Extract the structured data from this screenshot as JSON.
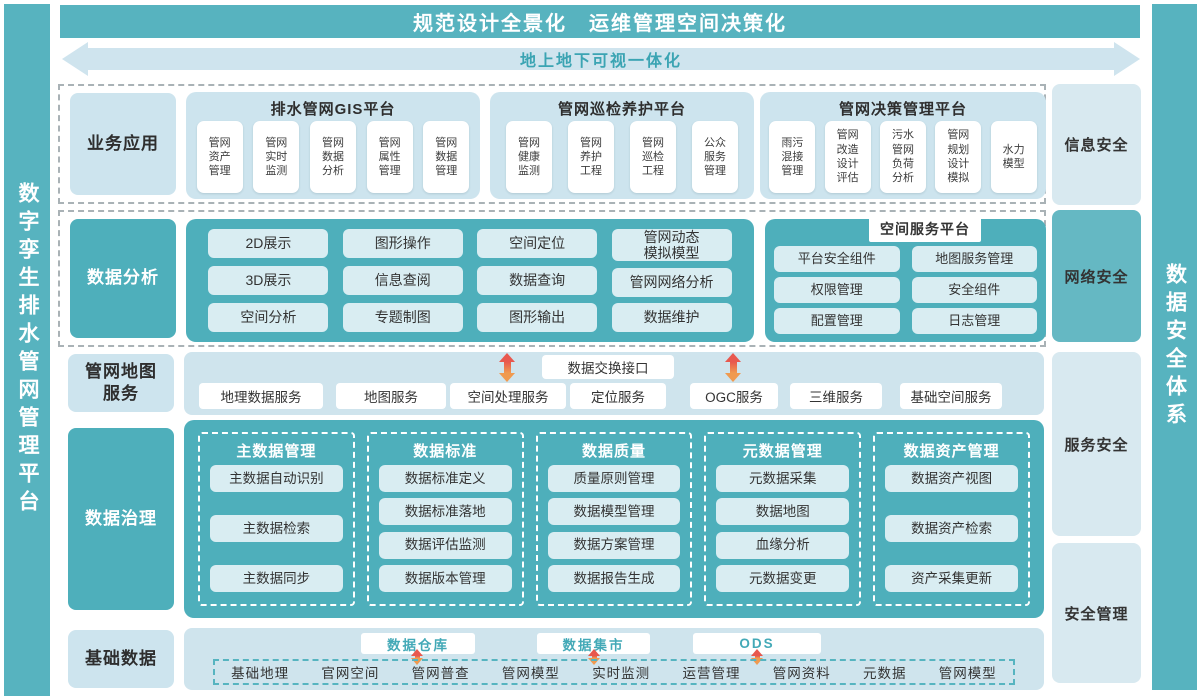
{
  "banner": {
    "title": "规范设计全景化　运维管理空间决策化"
  },
  "arrow_banner": {
    "label": "地上地下可视一体化"
  },
  "side_bands": {
    "left": "数字孪生排水管网管理平台",
    "right": "数据安全体系"
  },
  "security_column": {
    "items": [
      {
        "label": "信息安全",
        "variant": "light"
      },
      {
        "label": "网络安全",
        "variant": "teal"
      },
      {
        "label": "服务安全",
        "variant": "light"
      },
      {
        "label": "安全管理",
        "variant": "light"
      }
    ]
  },
  "business_row": {
    "label": "业务应用",
    "groups": [
      {
        "title": "排水管网GIS平台",
        "cards": [
          "管网\n资产\n管理",
          "管网\n实时\n监测",
          "管网\n数据\n分析",
          "管网\n属性\n管理",
          "管网\n数据\n管理"
        ]
      },
      {
        "title": "管网巡检养护平台",
        "cards": [
          "管网\n健康\n监测",
          "管网\n养护\n工程",
          "管网\n巡检\n工程",
          "公众\n服务\n管理"
        ]
      },
      {
        "title": "管网决策管理平台",
        "cards": [
          "雨污\n混接\n管理",
          "管网\n改造\n设计\n评估",
          "污水\n管网\n负荷\n分析",
          "管网\n规划\n设计\n模拟",
          "水力\n模型"
        ]
      }
    ]
  },
  "analysis_row": {
    "label": "数据分析",
    "columns": [
      [
        "2D展示",
        "3D展示",
        "空间分析"
      ],
      [
        "图形操作",
        "信息查阅",
        "专题制图"
      ],
      [
        "空间定位",
        "数据查询",
        "图形输出"
      ],
      [
        "管网动态\n模拟模型",
        "管网网络分析",
        "数据维护"
      ]
    ],
    "spatial_platform": {
      "title": "空间服务平台",
      "columns": [
        [
          "平台安全组件",
          "权限管理",
          "配置管理"
        ],
        [
          "地图服务管理",
          "安全组件",
          "日志管理"
        ]
      ]
    }
  },
  "map_row": {
    "label": "管网地图\n服务",
    "exchange_label": "数据交换接口",
    "services": [
      "地理数据服务",
      "地图服务",
      "空间处理服务",
      "定位服务",
      "OGC服务",
      "三维服务",
      "基础空间服务"
    ]
  },
  "governance_row": {
    "label": "数据治理",
    "columns": [
      {
        "title": "主数据管理",
        "pills": [
          "主数据自动识别",
          "主数据检索",
          "主数据同步"
        ]
      },
      {
        "title": "数据标准",
        "pills": [
          "数据标准定义",
          "数据标准落地",
          "数据评估监测",
          "数据版本管理"
        ]
      },
      {
        "title": "数据质量",
        "pills": [
          "质量原则管理",
          "数据模型管理",
          "数据方案管理",
          "数据报告生成"
        ]
      },
      {
        "title": "元数据管理",
        "pills": [
          "元数据采集",
          "数据地图",
          "血缘分析",
          "元数据变更"
        ]
      },
      {
        "title": "数据资产管理",
        "pills": [
          "数据资产视图",
          "数据资产检索",
          "资产采集更新"
        ]
      }
    ]
  },
  "base_row": {
    "label": "基础数据",
    "warehouses": [
      "数据仓库",
      "数据集市",
      "ODS"
    ],
    "sources": [
      "基础地理",
      "官网空间",
      "管网普查",
      "管网模型",
      "实时监测",
      "运营管理",
      "管网资料",
      "元数据",
      "管网模型"
    ]
  },
  "colors": {
    "teal_band": "#57b3bf",
    "teal_panel": "#4eafbb",
    "light_blue_panel": "#cde4ee",
    "pill_light": "#d9edf2",
    "security_light": "#d8e9f0",
    "security_teal": "#65b8c3",
    "arrow_red": "#e8584e",
    "arrow_orange": "#f09a4f",
    "teal_text": "#3ba4b3",
    "text_dark": "#333333"
  }
}
